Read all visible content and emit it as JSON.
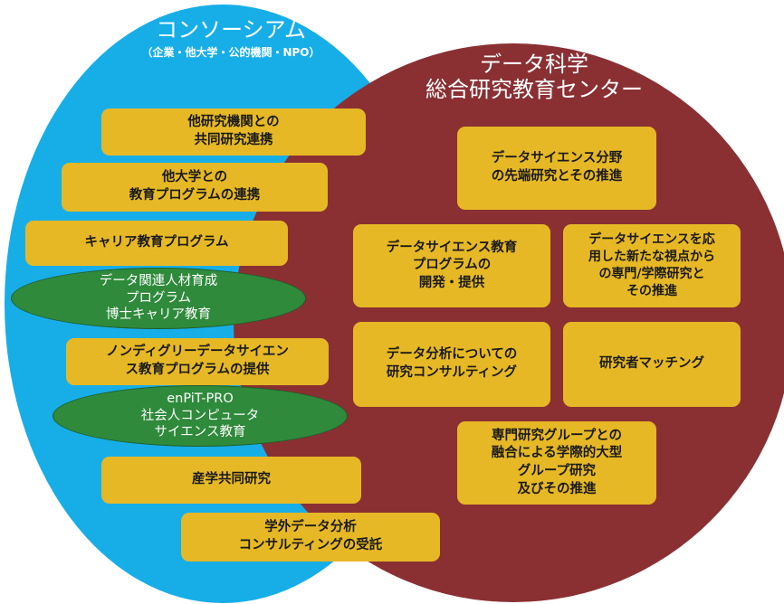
{
  "left": {
    "title": "コンソーシアム",
    "subtitle": "（企業・他大学・公的機関・NPO）",
    "color": "#17aee8"
  },
  "right": {
    "title": "データ科学\n総合研究教育センター",
    "color": "#8a3033"
  },
  "box_color": "#e6b825",
  "ellipse_color": "#2f8a3b",
  "boxes": [
    "他研究機関との\n共同研究連携",
    "他大学との\n教育プログラムの連携",
    "キャリア教育プログラム",
    "ノンディグリーデータサイエン\nス教育プログラムの提供",
    "産学共同研究",
    "学外データ分析\nコンサルティングの受託",
    "データサイエンス分野\nの先端研究とその推進",
    "データサイエンス教育\nプログラムの\n開発・提供",
    "データサイエンスを応\n用した新たな視点から\nの専門/学際研究と\nその推進",
    "データ分析についての\n研究コンサルティング",
    "研究者マッチング",
    "専門研究グループとの\n融合による学際的大型\nグループ研究\n及びその推進"
  ],
  "ellipses": [
    "データ関連人材育成\nプログラム\n博士キャリア教育",
    "enPiT-PRO\n社会人コンピュータ\nサイエンス教育"
  ]
}
